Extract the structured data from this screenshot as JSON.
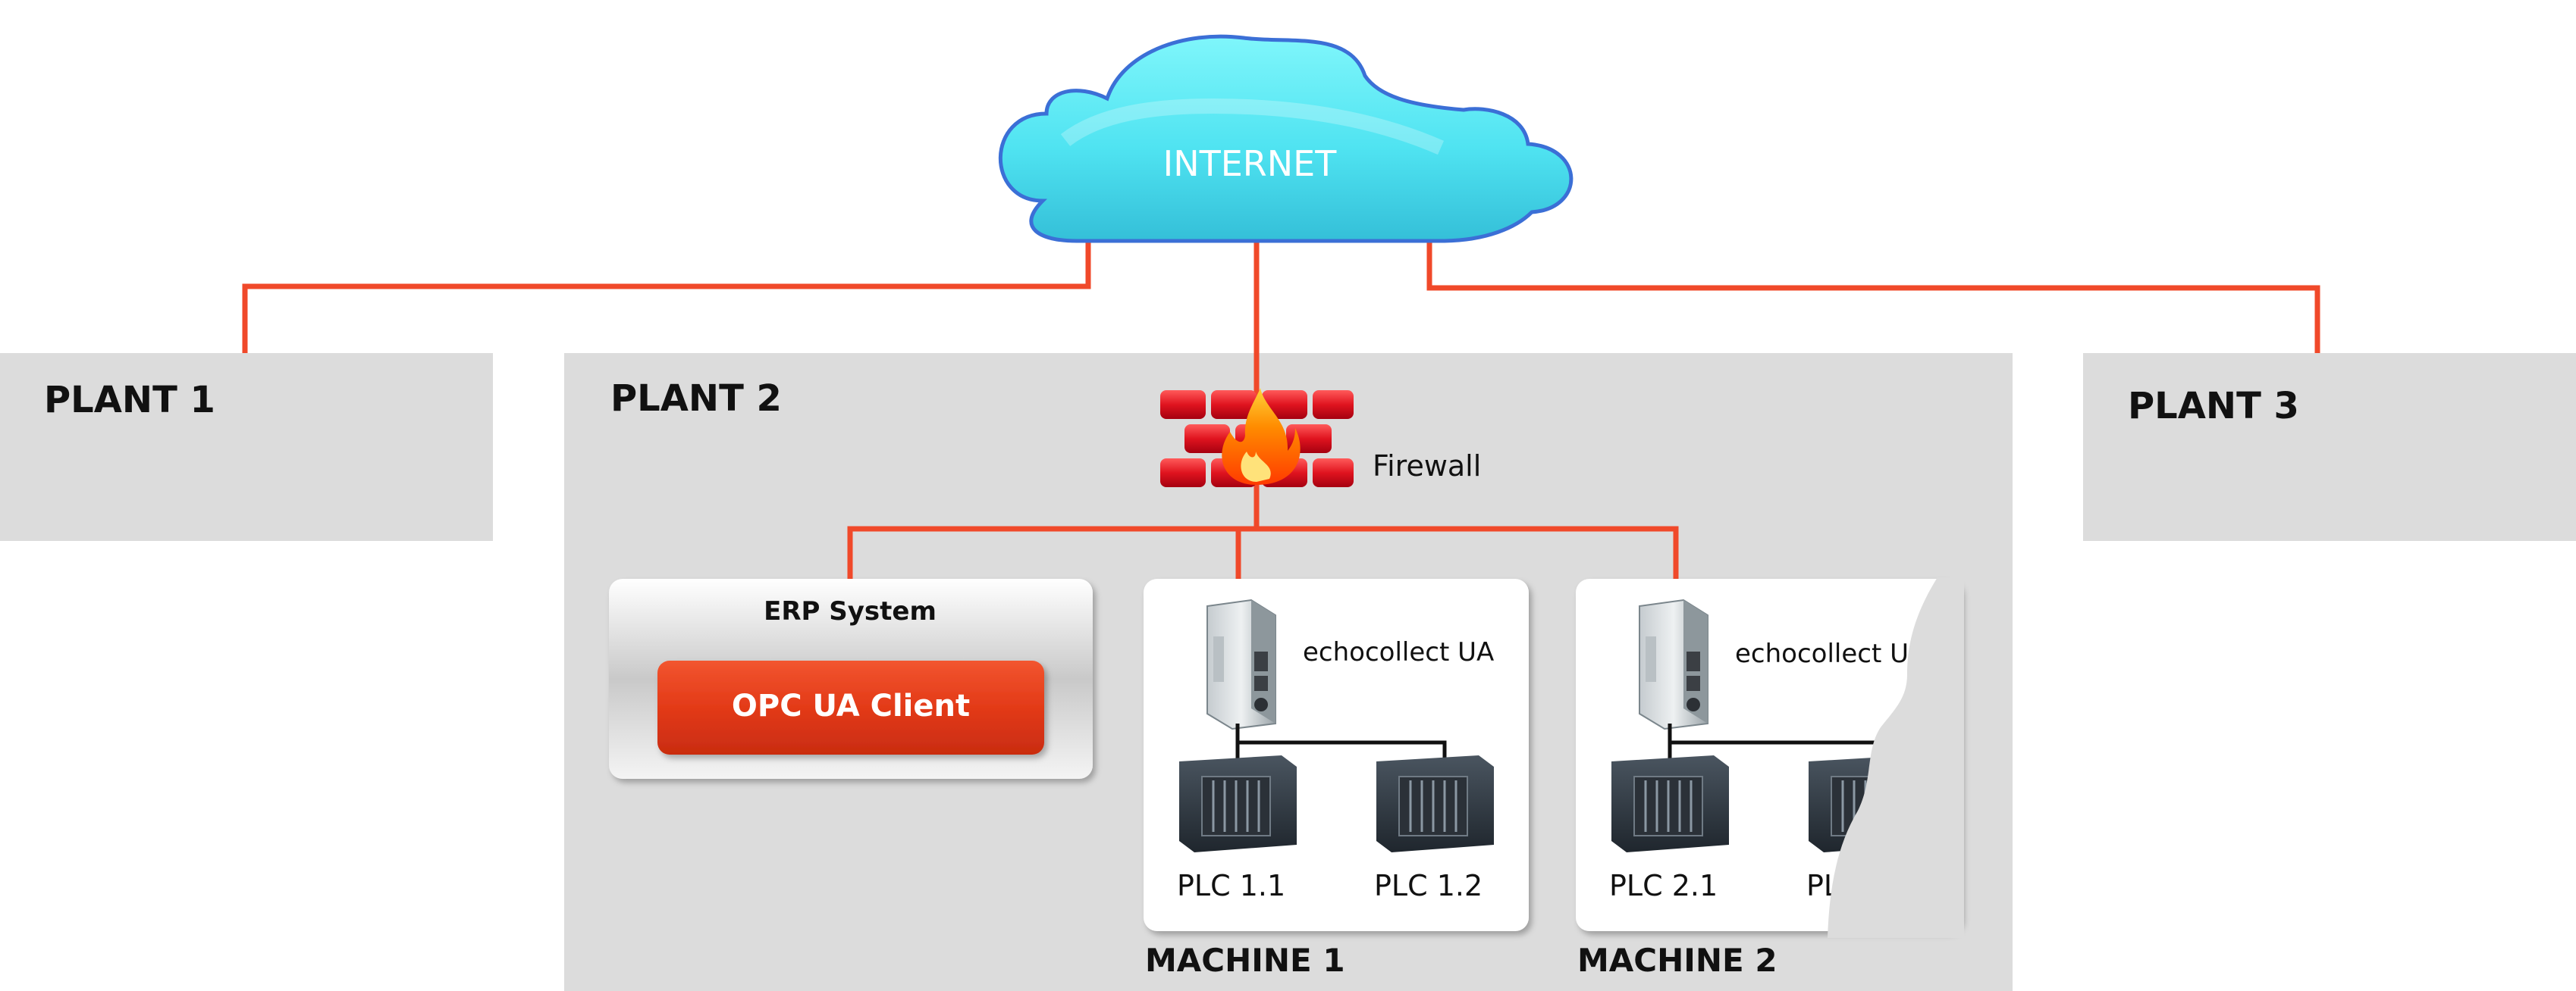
{
  "cloud": {
    "label": "INTERNET"
  },
  "plants": [
    {
      "label": "PLANT 1"
    },
    {
      "label": "PLANT 2"
    },
    {
      "label": "PLANT 3"
    }
  ],
  "firewall": {
    "label": "Firewall"
  },
  "erp": {
    "title": "ERP System",
    "client_label": "OPC UA Client"
  },
  "machines": [
    {
      "label": "MACHINE 1",
      "gateway": "echocollect UA",
      "plcs": [
        "PLC 1.1",
        "PLC 1.2"
      ]
    },
    {
      "label": "MACHINE 2",
      "gateway": "echocollect UA",
      "plcs": [
        "PLC 2.1",
        "PL"
      ]
    }
  ],
  "colors": {
    "connection": "#f0492a",
    "plant_bg": "#dcdcdc",
    "cloud_top": "#5ef3f8",
    "cloud_bottom": "#39c9de",
    "cloud_edge": "#3b6fd6",
    "button": "#e8401f",
    "firewall": "#e3162a"
  }
}
